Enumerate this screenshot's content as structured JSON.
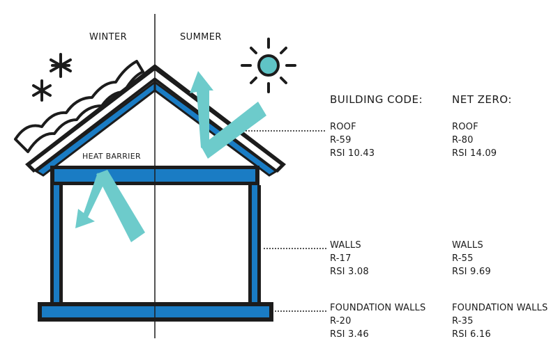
{
  "seasons": {
    "winter": "WINTER",
    "summer": "SUMMER"
  },
  "heat_barrier_label": "HEAT BARRIER",
  "columns": {
    "building_code": {
      "header": "BUILDING CODE:",
      "roof": {
        "label": "ROOF",
        "r": "R-59",
        "rsi": "RSI 10.43"
      },
      "walls": {
        "label": "WALLS",
        "r": "R-17",
        "rsi": "RSI 3.08"
      },
      "foundation": {
        "label": "FOUNDATION WALLS",
        "r": "R-20",
        "rsi": "RSI 3.46"
      }
    },
    "net_zero": {
      "header": "NET ZERO:",
      "roof": {
        "label": "ROOF",
        "r": "R-80",
        "rsi": "RSI 14.09"
      },
      "walls": {
        "label": "WALLS",
        "r": "R-55",
        "rsi": "RSI 9.69"
      },
      "foundation": {
        "label": "FOUNDATION WALLS",
        "r": "R-35",
        "rsi": "RSI 6.16"
      }
    }
  },
  "colors": {
    "insulation_blue": "#1a7cc4",
    "outline": "#1c1c1c",
    "arrow_teal": "#6dcbcb",
    "sun_fill": "#5fc4c6"
  },
  "icons": {
    "snowflake": "snowflake-icon",
    "sun": "sun-icon",
    "heat_arrow": "heat-arrow-icon"
  }
}
